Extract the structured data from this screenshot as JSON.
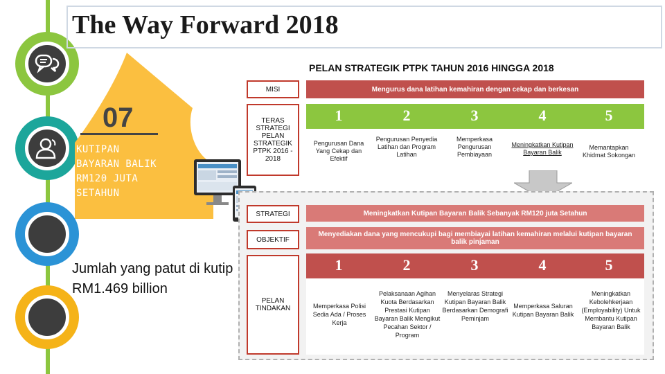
{
  "title": "The Way Forward 2018",
  "banner": {
    "number": "07",
    "text": "KUTIPAN BAYARAN BALIK RM120 JUTA SETAHUN"
  },
  "note": "Jumlah yang patut di kutip RM1.469 billion",
  "plan": {
    "heading": "PELAN STRATEGIK PTPK TAHUN 2016 HINGGA 2018",
    "misi_label": "MISI",
    "misi_text": "Mengurus dana latihan kemahiran dengan cekap dan berkesan",
    "teras_label": "TERAS STRATEGI PELAN STRATEGIK PTPK 2016 - 2018",
    "numbers": [
      "1",
      "2",
      "3",
      "4",
      "5"
    ],
    "teras_items": [
      "Pengurusan Dana Yang Cekap dan Efektif",
      "Pengurusan Penyedia Latihan dan Program Latihan",
      "Memperkasa Pengurusan Pembiayaan",
      "Meningkatkan Kutipan Bayaran Balik",
      "Memantapkan Khidmat Sokongan"
    ],
    "strategi_label": "STRATEGI",
    "strategi_text": "Meningkatkan Kutipan Bayaran Balik Sebanyak RM120 juta Setahun",
    "objektif_label": "OBJEKTIF",
    "objektif_text": "Menyediakan dana yang mencukupi bagi membiayai latihan kemahiran melalui kutipan bayaran balik pinjaman",
    "tindakan_label": "PELAN TINDAKAN",
    "tindakan_items": [
      "Memperkasa Polisi Sedia Ada / Proses Kerja",
      "Pelaksanaan Agihan Kuota Berdasarkan Prestasi Kutipan Bayaran Balik Mengikut Pecahan Sektor / Program",
      "Menyelaras Strategi Kutipan Bayaran Balik Berdasarkan Demografi Peminjam",
      "Memperkasa Saluran Kutipan Bayaran Balik",
      "Meningkatkan Kebolehkerjaan (Employability) Untuk Membantu Kutipan Bayaran Balik"
    ]
  },
  "colors": {
    "green": "#8cc63f",
    "teal": "#1ca69b",
    "blue": "#2b93d6",
    "yellow": "#f5b318",
    "orange": "#fbbf40",
    "red": "#c0504d"
  },
  "icons": [
    "chat-icon",
    "user-icon"
  ]
}
